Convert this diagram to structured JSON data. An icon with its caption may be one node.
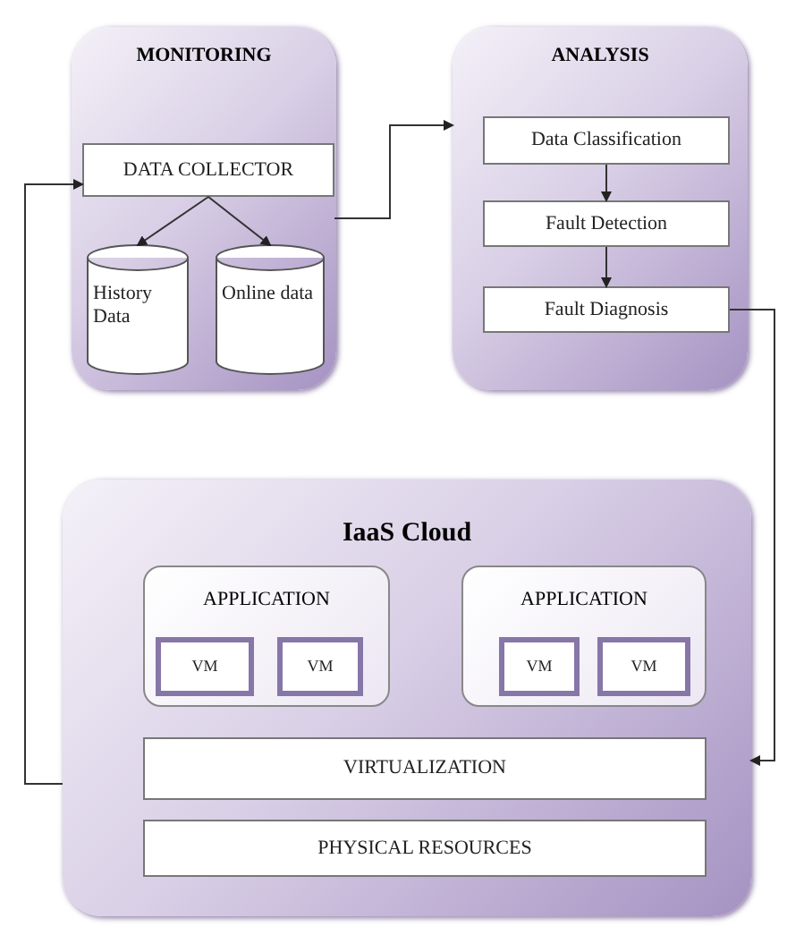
{
  "diagram": {
    "nodes": [
      {
        "text": [
          "MONITORING"
        ]
      },
      {
        "text": [
          "DATA COLLECTOR"
        ],
        "in": 0
      },
      {
        "text": [
          "History Data"
        ],
        "in": 0
      },
      {
        "text": [
          "Online data"
        ],
        "in": 0
      },
      {
        "text": [
          "ANALYSIS"
        ]
      },
      {
        "text": [
          "Data Classification"
        ],
        "in": 4
      },
      {
        "text": [
          "Fault Detection"
        ],
        "in": 4
      },
      {
        "text": [
          "Fault Diagnosis"
        ],
        "in": 4
      },
      {
        "text": [
          "IaaS Cloud"
        ]
      },
      {
        "text": [
          "APPLICATION"
        ],
        "in": 8
      },
      {
        "text": [
          "VM"
        ],
        "in": 9
      },
      {
        "text": [
          "VM"
        ],
        "in": 9
      },
      {
        "text": [
          "APPLICATION"
        ],
        "in": 8
      },
      {
        "text": [
          "VM"
        ],
        "in": 12
      },
      {
        "text": [
          "VM"
        ],
        "in": 12
      },
      {
        "text": [
          "VIRTUALIZATION"
        ],
        "in": 8
      },
      {
        "text": [
          "PHYSICAL RESOURCES"
        ],
        "in": 8
      }
    ],
    "edges": [
      {
        "from": 1,
        "to": 2,
        "arrow": "to"
      },
      {
        "from": 1,
        "to": 3,
        "arrow": "to"
      },
      {
        "from": 1,
        "to": 4,
        "arrow": "to"
      },
      {
        "from": 5,
        "to": 6,
        "arrow": "to"
      },
      {
        "from": 6,
        "to": 7,
        "arrow": "to"
      },
      {
        "from": 7,
        "to": 8,
        "arrow": "to"
      },
      {
        "from": 8,
        "to": 1,
        "arrow": "to"
      }
    ]
  }
}
